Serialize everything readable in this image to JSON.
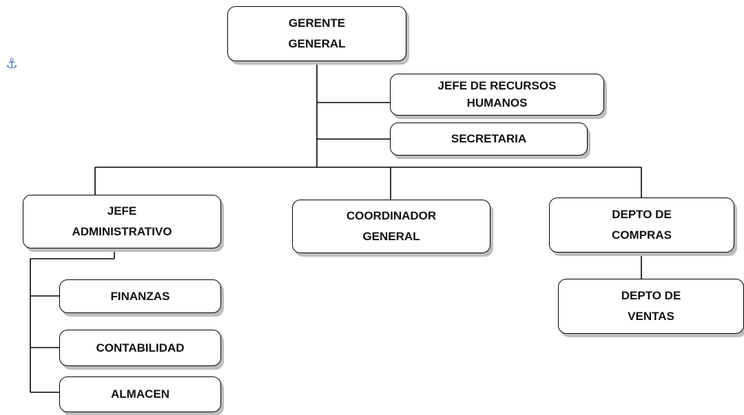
{
  "org_chart": {
    "nodes": [
      {
        "id": "gerente-general",
        "label": "GERENTE\nGENERAL"
      },
      {
        "id": "jefe-recursos-humanos",
        "label": "JEFE DE RECURSOS\nHUMANOS"
      },
      {
        "id": "secretaria",
        "label": "SECRETARIA"
      },
      {
        "id": "jefe-administrativo",
        "label": "JEFE\nADMINISTRATIVO"
      },
      {
        "id": "coordinador-general",
        "label": "COORDINADOR\nGENERAL"
      },
      {
        "id": "depto-compras",
        "label": "DEPTO DE\nCOMPRAS"
      },
      {
        "id": "finanzas",
        "label": "FINANZAS"
      },
      {
        "id": "contabilidad",
        "label": "CONTABILIDAD"
      },
      {
        "id": "almacen",
        "label": "ALMACEN"
      },
      {
        "id": "depto-ventas",
        "label": "DEPTO DE\nVENTAS"
      }
    ],
    "edges": [
      [
        "gerente-general",
        "jefe-recursos-humanos"
      ],
      [
        "gerente-general",
        "secretaria"
      ],
      [
        "gerente-general",
        "jefe-administrativo"
      ],
      [
        "gerente-general",
        "coordinador-general"
      ],
      [
        "gerente-general",
        "depto-compras"
      ],
      [
        "jefe-administrativo",
        "finanzas"
      ],
      [
        "jefe-administrativo",
        "contabilidad"
      ],
      [
        "jefe-administrativo",
        "almacen"
      ],
      [
        "depto-compras",
        "depto-ventas"
      ]
    ]
  },
  "decoration": {
    "anchor_icon": "anchor-icon",
    "anchor_color": "#4a7fc1"
  }
}
